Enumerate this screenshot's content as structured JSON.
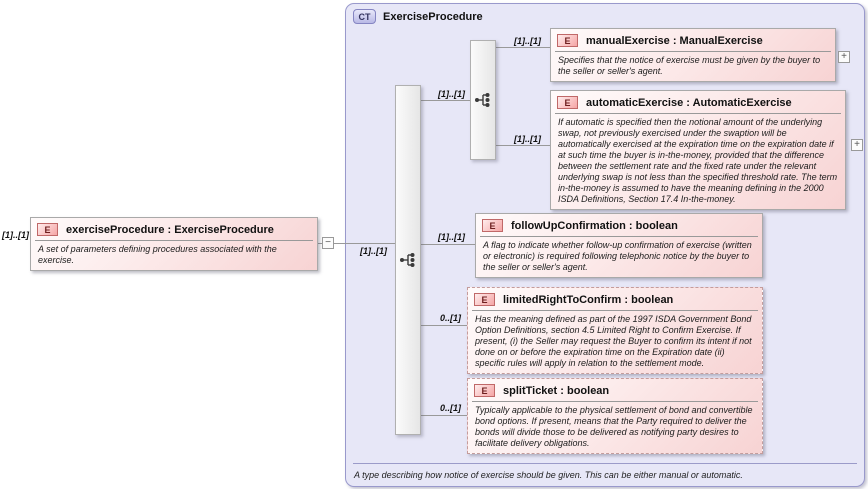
{
  "colors": {
    "container_fill": "#E7E7F7",
    "container_border": "#9999CC",
    "element_fill": "#F7D3D3",
    "element_border": "#A9A9A9",
    "optional_border_dashed": "#C49C9C",
    "badge_red_border": "#C06868",
    "connector_line": "#999999"
  },
  "diagram": {
    "complex_type": {
      "badge": "CT",
      "title": "ExerciseProcedure",
      "footer": "A type describing how notice of exercise should be given. This can be either manual or automatic."
    },
    "root": {
      "badge": "E",
      "cardinality": "[1]..[1]",
      "name": "exerciseProcedure : ExerciseProcedure",
      "annotation": "A set of parameters defining procedures associated with the exercise.",
      "collapse_glyph": "−"
    },
    "connectors": {
      "root_to_sequence_cardinality": "[1]..[1]",
      "sequence_to_choice_cardinality": "[1]..[1]"
    },
    "children": [
      {
        "badge": "E",
        "cardinality": "[1]..[1]",
        "name": "manualExercise : ManualExercise",
        "annotation": "Specifies that the notice of exercise must be given by the buyer to the seller or seller's agent.",
        "expand_glyph": "+"
      },
      {
        "badge": "E",
        "cardinality": "[1]..[1]",
        "name": "automaticExercise : AutomaticExercise",
        "annotation": "If automatic is specified then the notional amount of the underlying swap, not previously exercised under the swaption will be automatically exercised at the expiration time on the expiration date if at such time the buyer is in-the-money, provided that the difference between the settlement rate and the fixed rate under the relevant underlying swap is not less than the specified threshold rate. The term in-the-money is assumed to have the meaning defining in the 2000 ISDA Definitions, Section 17.4 In-the-money.",
        "expand_glyph": "+"
      },
      {
        "badge": "E",
        "cardinality": "[1]..[1]",
        "name": "followUpConfirmation : boolean",
        "annotation": "A flag to indicate whether follow-up confirmation of exercise (written or electronic) is required following telephonic notice by the buyer to the seller or seller's agent."
      },
      {
        "badge": "E",
        "cardinality": "0..[1]",
        "name": "limitedRightToConfirm : boolean",
        "annotation": "Has the meaning defined as part of the 1997 ISDA Government Bond Option Definitions, section 4.5 Limited Right to Confirm Exercise. If present, (i) the Seller may request the Buyer to confirm its intent if not done on or before the expiration time on the Expiration date (ii) specific rules will apply in relation to the settlement mode."
      },
      {
        "badge": "E",
        "cardinality": "0..[1]",
        "name": "splitTicket : boolean",
        "annotation": "Typically applicable to the physical settlement of bond and convertible bond options. If present, means that the Party required to deliver the bonds will divide those to be delivered as notifying party desires to facilitate delivery obligations."
      }
    ]
  }
}
